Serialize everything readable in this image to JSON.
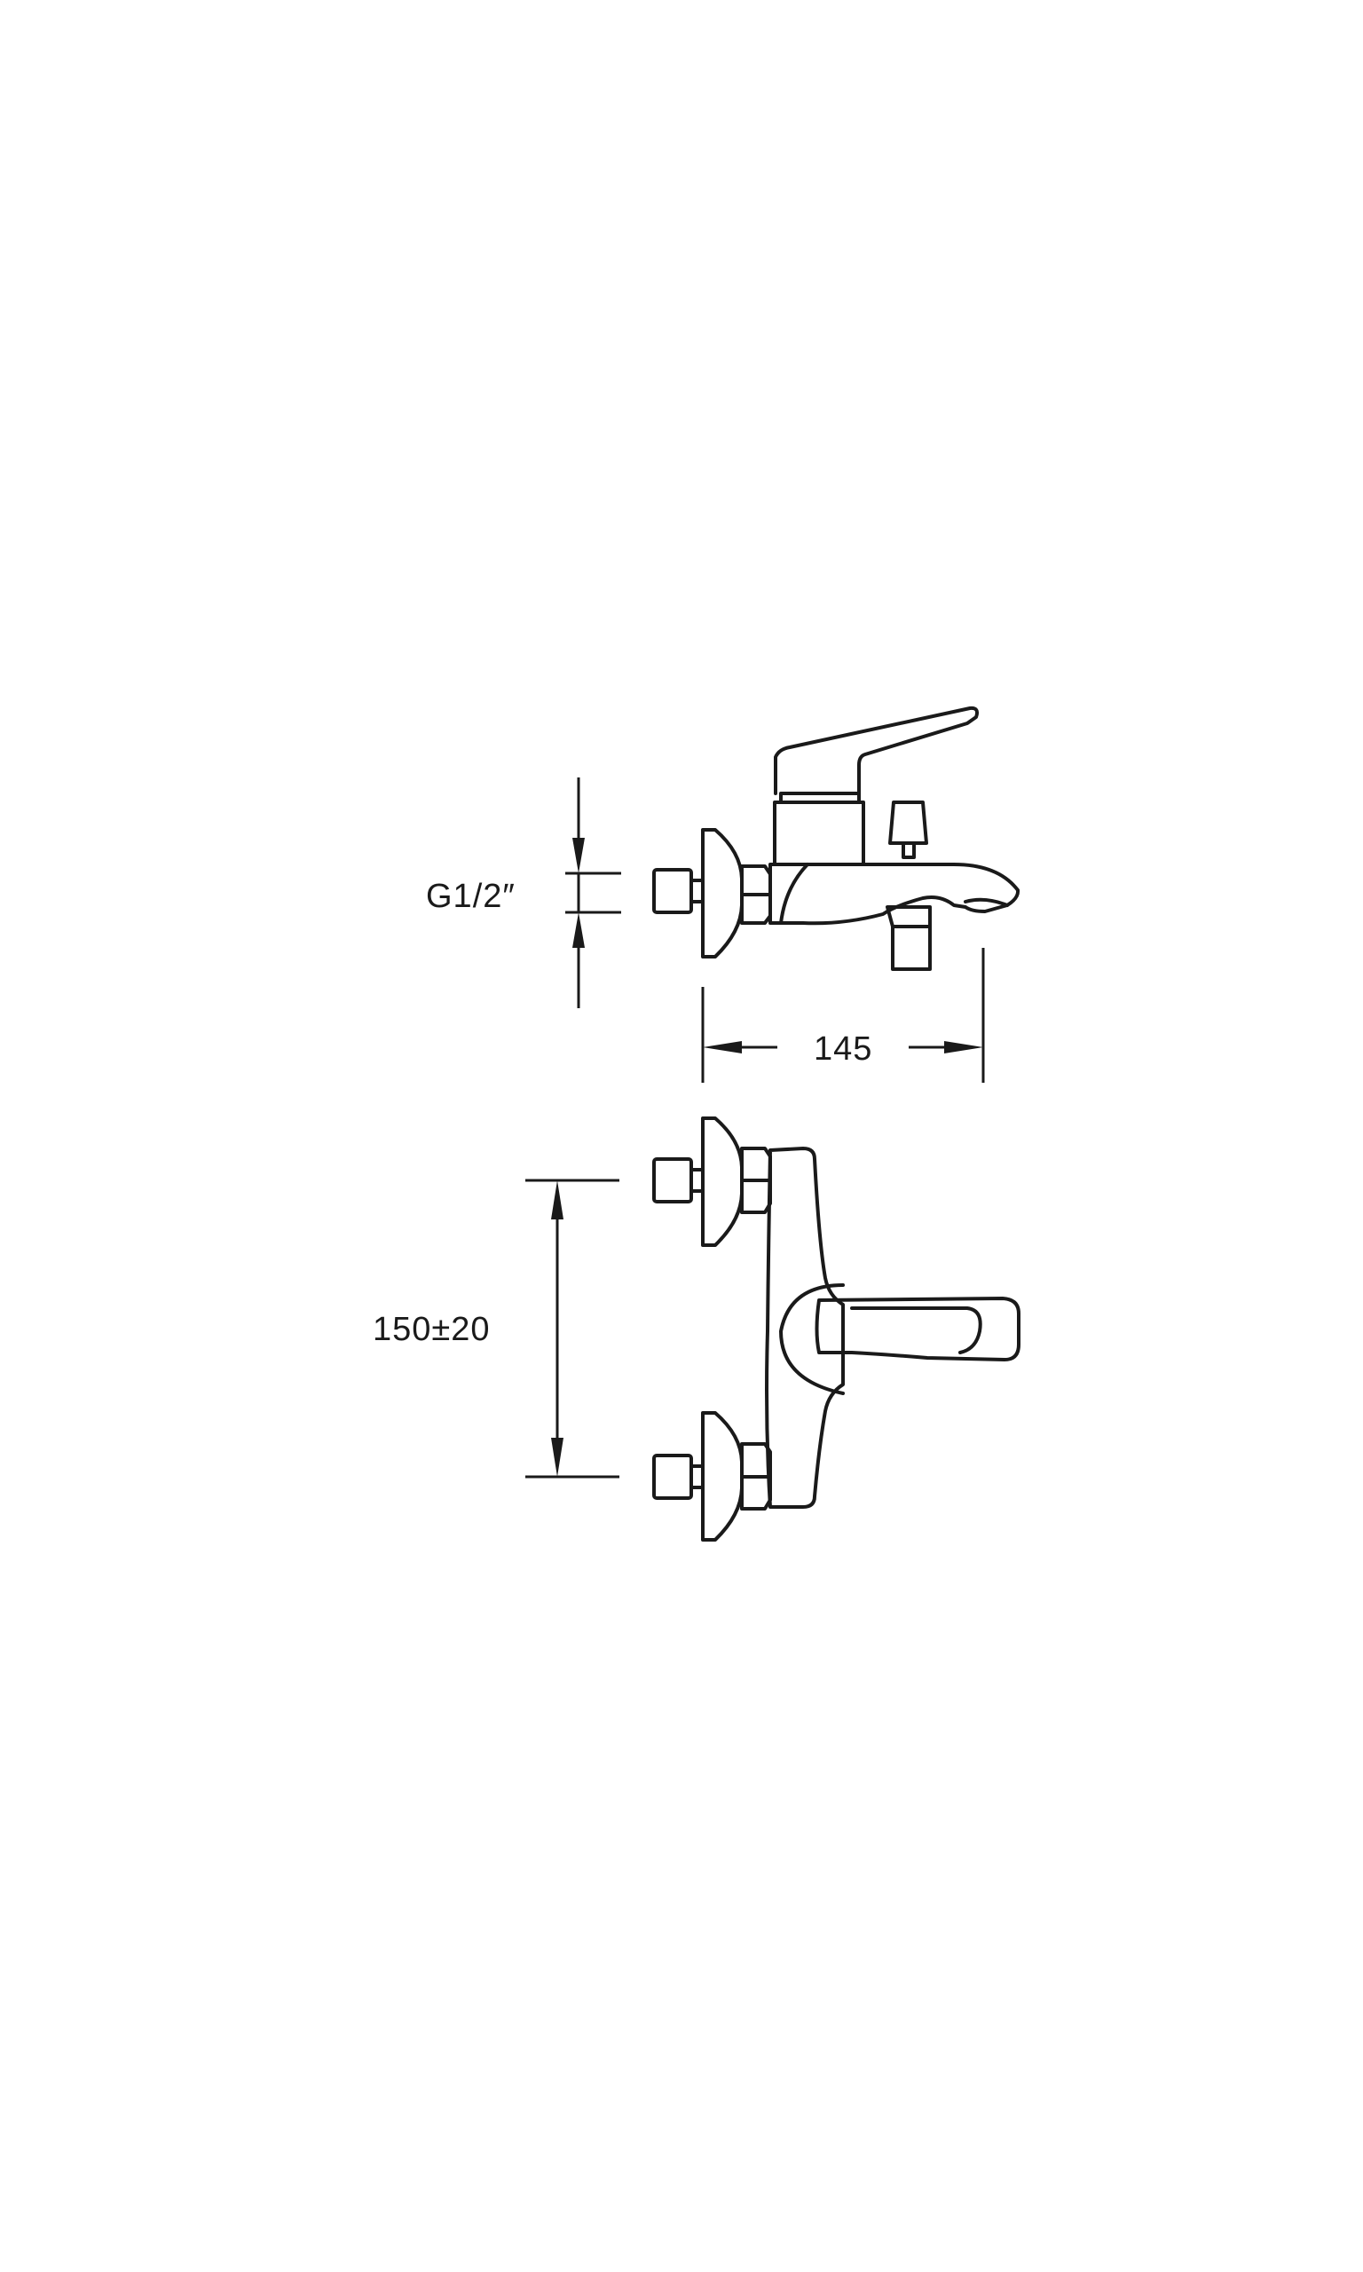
{
  "dimensions": {
    "thread": "G1/2″",
    "width": "145",
    "inlet_spacing": "150±20"
  },
  "colors": {
    "line": "#1a1a1a",
    "background": "#ffffff"
  }
}
